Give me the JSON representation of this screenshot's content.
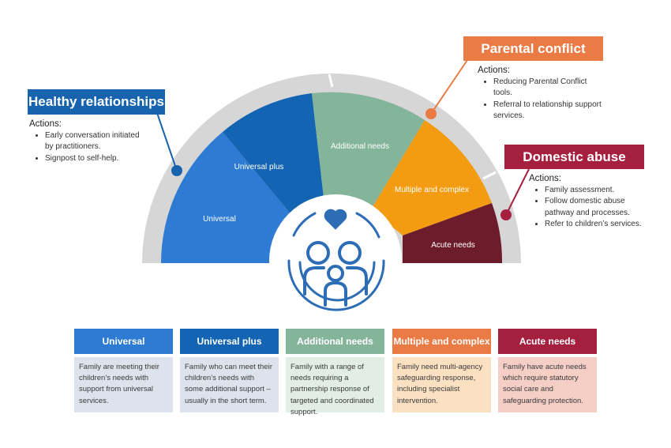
{
  "segments": {
    "universal": "Universal",
    "universal_plus": "Universal plus",
    "additional_needs": "Additional needs",
    "multiple_complex": "Multiple and complex",
    "acute_needs": "Acute needs"
  },
  "callouts": {
    "healthy": {
      "title": "Healthy relationships",
      "heading": "Actions:",
      "items": [
        "Early conversation initiated by practitioners.",
        "Signpost to self-help."
      ]
    },
    "parental": {
      "title": "Parental conflict",
      "heading": "Actions:",
      "items": [
        "Reducing Parental Conflict tools.",
        "Referral to relationship support services."
      ]
    },
    "domestic": {
      "title": "Domestic abuse",
      "heading": "Actions:",
      "items": [
        "Family assessment.",
        "Follow domestic abuse pathway and processes.",
        "Refer to children’s services."
      ]
    }
  },
  "cards": [
    {
      "title": "Universal",
      "body": "Family are meeting their children’s needs with support from universal services."
    },
    {
      "title": "Universal plus",
      "body": "Family who can meet their children’s needs with some additional support – usually in the short term."
    },
    {
      "title": "Additional needs",
      "body": "Family with a range of needs requiring a partnership response of targeted and coordinated support."
    },
    {
      "title": "Multiple and complex",
      "body": "Family need multi-agency safeguarding response, including specialist intervention."
    },
    {
      "title": "Acute needs",
      "body": "Family have acute needs which require statutory social care and safeguarding protection."
    }
  ],
  "colors": {
    "universal": "#2d7bd3",
    "universal_plus": "#1464b4",
    "additional_needs": "#84b59a",
    "multiple_complex": "#f39c12",
    "acute_needs": "#6d1c2b",
    "healthy_title": "#1763ad",
    "parental_title": "#ea7b45",
    "domestic_title": "#a51f3f",
    "icon_blue": "#2d6db5",
    "ring_grey": "#d6d6d6"
  },
  "icon": "family-heart-icon"
}
